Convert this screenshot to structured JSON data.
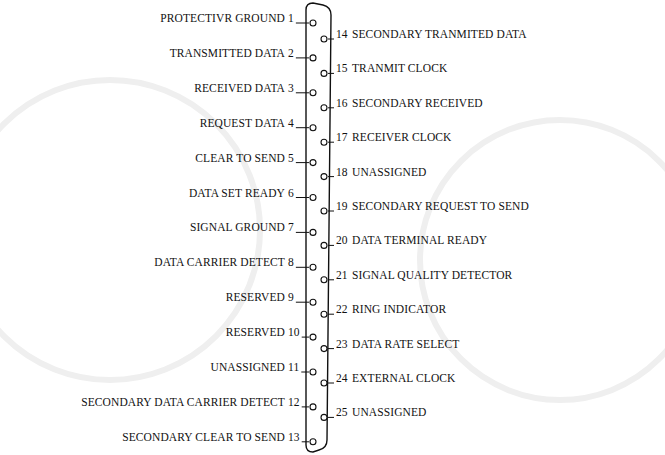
{
  "diagram": {
    "labels": [
      "PROTECTIVR GROUND",
      "1",
      "TRANSMITTED DATA",
      "2",
      "RECEIVED DATA",
      "3",
      "REQUEST DATA",
      "4",
      "CLEAR TO SEND",
      "5",
      "DATA SET READY",
      "6",
      "SIGNAL GROUND",
      "7",
      "DATA CARRIER DETECT",
      "8",
      "RESERVED",
      "9",
      "RESERVED",
      "10",
      "UNASSIGNED",
      "11",
      "SECONDARY DATA CARRIER DETECT",
      "12",
      "SECONDARY CLEAR TO SEND",
      "13",
      "14",
      "SECONDARY TRANMITED DATA",
      "15",
      "TRANMIT CLOCK",
      "16",
      "SECONDARY RECEIVED",
      "17",
      "RECEIVER CLOCK",
      "18",
      "UNASSIGNED",
      "19",
      "SECONDARY REQUEST TO SEND",
      "20",
      "DATA TERMINAL READY",
      "21",
      "SIGNAL QUALITY DETECTOR",
      "22",
      "RING INDICATOR",
      "23",
      "DATA RATE SELECT",
      "24",
      "EXTERNAL CLOCK",
      "25",
      "UNASSIGNED"
    ]
  }
}
